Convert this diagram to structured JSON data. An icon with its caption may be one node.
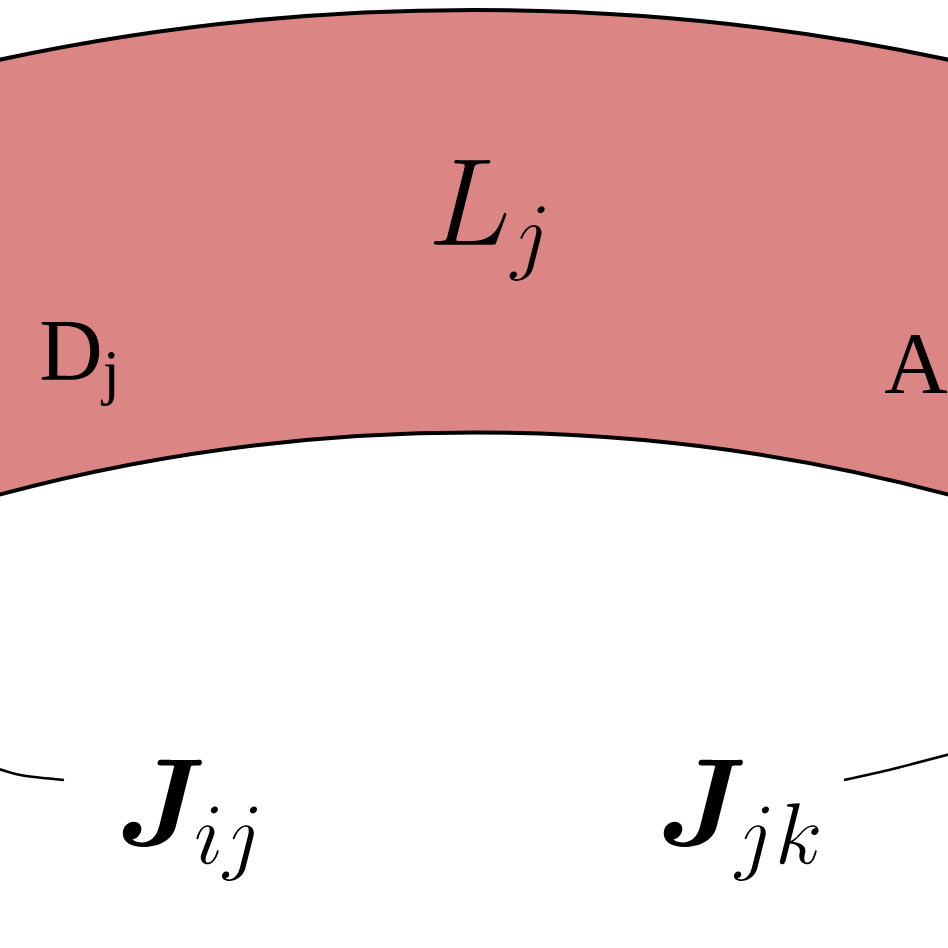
{
  "diagram": {
    "nodes": [
      {
        "text": [
          "L_j",
          "D$_{j}$",
          "A"
        ]
      }
    ],
    "labels": [
      "\\bm{J}_{ij}",
      "\\bm{J}_{jk}"
    ]
  }
}
